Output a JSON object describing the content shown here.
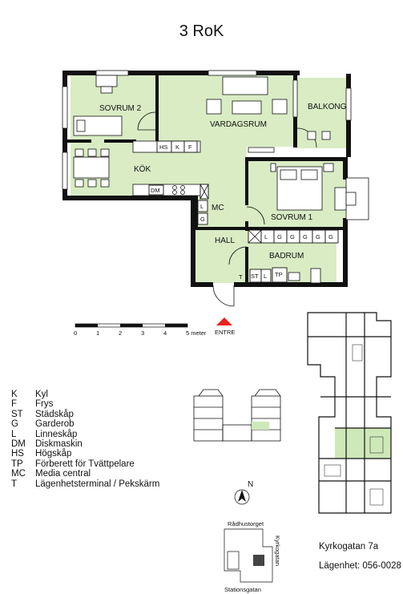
{
  "title": "3 RoK",
  "rooms": {
    "sovrum2": "SOVRUM 2",
    "vardagsrum": "VARDAGSRUM",
    "balkong": "BALKONG",
    "kok": "KÖK",
    "sovrum1": "SOVRUM 1",
    "hall": "HALL",
    "badrum": "BADRUM",
    "entre": "ENTRE"
  },
  "fixtures": {
    "hs": "HS",
    "k": "K",
    "f": "F",
    "dm": "DM",
    "l": "L",
    "g": "G",
    "mc": "MC",
    "x": "X",
    "t": "T",
    "st": "ST",
    "tp": "TP"
  },
  "scale": {
    "ticks": [
      "0",
      "1",
      "2",
      "3",
      "4",
      "5 meter"
    ]
  },
  "legend": [
    {
      "code": "K",
      "text": "Kyl"
    },
    {
      "code": "F",
      "text": "Frys"
    },
    {
      "code": "ST",
      "text": "Städskåp"
    },
    {
      "code": "G",
      "text": "Garderob"
    },
    {
      "code": "L",
      "text": "Linneskåp"
    },
    {
      "code": "DM",
      "text": "Diskmaskin"
    },
    {
      "code": "HS",
      "text": "Högskåp"
    },
    {
      "code": "TP",
      "text": "Förberett för Tvättpelare"
    },
    {
      "code": "MC",
      "text": "Media central"
    },
    {
      "code": "T",
      "text": "Lägenhetsterminal / Pekskärm"
    }
  ],
  "compass": "N",
  "site_map": {
    "north_street": "Rådhustorget",
    "east_street": "Kyrkogatan",
    "south_street": "Stationsgatan"
  },
  "address": "Kyrkogatan 7a",
  "apartment": "Lägenhet: 056-0028",
  "colors": {
    "room_fill": "#d9ecc4",
    "wall": "#111111",
    "entry_marker": "#e8211f",
    "highlight": "#cfe8b8"
  }
}
